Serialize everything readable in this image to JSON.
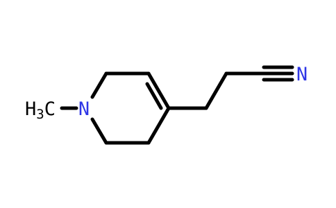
{
  "molecule": {
    "colors": {
      "bond": "#000000",
      "carbon_label": "#000000",
      "nitrogen_label": "#2e36e6"
    },
    "atoms": {
      "methyl": {
        "main": "H",
        "subscript": "3",
        "suffix": "C"
      },
      "ring_nitrogen": "N",
      "nitrile_nitrogen": "N"
    }
  }
}
